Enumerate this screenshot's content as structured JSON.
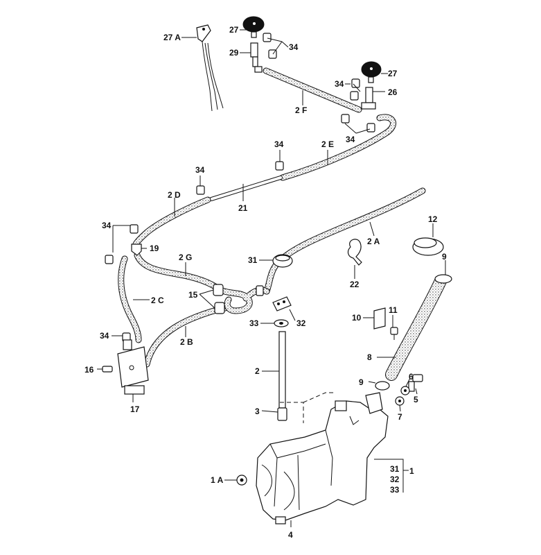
{
  "diagram": {
    "colors": {
      "ink": "#111111",
      "hose_fill": "#e6e6e6",
      "paper": "#ffffff",
      "cap_gray": "#d9d9d9"
    },
    "callouts": {
      "c27a": "27 A",
      "c27": "27",
      "c29": "29",
      "c34": "34",
      "c27b": "27",
      "c26": "26",
      "c2f": "2 F",
      "c2e": "2 E",
      "c2d": "2 D",
      "c21": "21",
      "c12": "12",
      "c19": "19",
      "c2a": "2 A",
      "c22": "22",
      "c9": "9",
      "c2g": "2 G",
      "c31": "31",
      "c15": "15",
      "c2c": "2 C",
      "c33": "33",
      "c32": "32",
      "c11": "11",
      "c10": "10",
      "c2b": "2 B",
      "c16": "16",
      "c2": "2",
      "c8": "8",
      "c6": "6",
      "c5": "5",
      "c7": "7",
      "c3": "3",
      "c17": "17",
      "c1a": "1 A",
      "c1": "1",
      "c31b": "31",
      "c32b": "32",
      "c33b": "33",
      "c4": "4"
    }
  }
}
